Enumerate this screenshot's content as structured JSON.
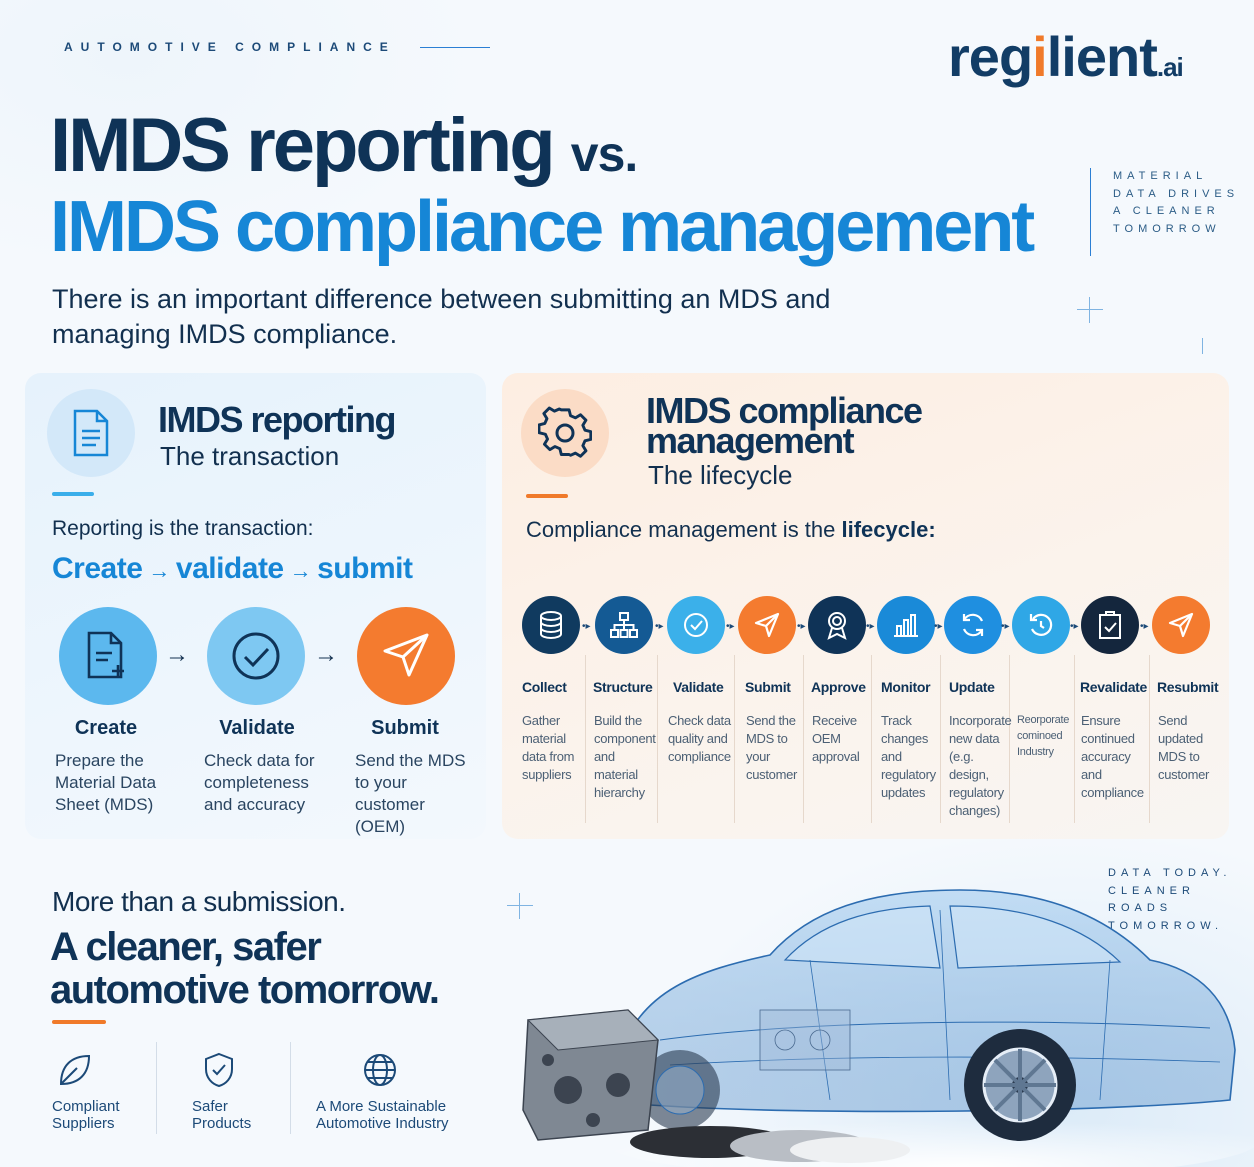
{
  "header": {
    "kicker": "AUTOMOTIVE COMPLIANCE",
    "logo_pre": "reg",
    "logo_i": "i",
    "logo_post": "lient",
    "logo_suffix": ".ai",
    "title_line1": "IMDS reporting",
    "title_vs": "vs.",
    "title_line2": "IMDS compliance management",
    "subtitle": "There is an important difference between submitting an MDS and managing IMDS compliance.",
    "side_tag": "MATERIAL DATA DRIVES A CLEANER TOMORROW"
  },
  "reporting": {
    "title": "IMDS reporting",
    "subtitle": "The transaction",
    "lead": "Reporting is the transaction:",
    "flow": [
      "Create",
      "validate",
      "submit"
    ],
    "arrow": "→",
    "steps": [
      {
        "label": "Create",
        "desc": "Prepare the Material Data Sheet (MDS)"
      },
      {
        "label": "Validate",
        "desc": "Check data for completeness and accuracy"
      },
      {
        "label": "Submit",
        "desc": "Send the MDS to your customer (OEM)"
      }
    ]
  },
  "compliance": {
    "title": "IMDS compliance management",
    "subtitle": "The lifecycle",
    "lead_pre": "Compliance management is the ",
    "lead_bold": "lifecycle:",
    "connector": "•▸",
    "steps": [
      {
        "label": "Collect",
        "desc": "Gather material data from suppliers",
        "icon": "database-icon",
        "color": "#103a5f"
      },
      {
        "label": "Structure",
        "desc": "Build the component and material hierarchy",
        "icon": "hierarchy-icon",
        "color": "#145a94"
      },
      {
        "label": "Validate",
        "desc": "Check data quality and compliance",
        "icon": "check-circle-icon",
        "color": "#3bb0ea"
      },
      {
        "label": "Submit",
        "desc": "Send the MDS to your customer",
        "icon": "send-icon",
        "color": "#f47b2f"
      },
      {
        "label": "Approve",
        "desc": "Receive OEM approval",
        "icon": "award-icon",
        "color": "#0f3357"
      },
      {
        "label": "Monitor",
        "desc": "Track changes and regulatory updates",
        "icon": "bar-chart-icon",
        "color": "#1a8ad8"
      },
      {
        "label": "Update",
        "desc": "Incorporate new data (e.g. design, regulatory changes)",
        "icon": "refresh-icon",
        "color": "#1f8fe0"
      },
      {
        "label": "",
        "desc": "Reorporate cominoed Industry",
        "icon": "undo-cycle-icon",
        "color": "#2fa7e6"
      },
      {
        "label": "Revalidate",
        "desc": "Ensure continued accuracy and compliance",
        "icon": "clipboard-check-icon",
        "color": "#14263d"
      },
      {
        "label": "Resubmit",
        "desc": "Send updated MDS to customer",
        "icon": "send-icon",
        "color": "#f47b2f"
      }
    ]
  },
  "bottom": {
    "lead": "More than a submission.",
    "headline": "A cleaner, safer automotive tomorrow.",
    "features": [
      {
        "label": "Compliant Suppliers",
        "icon": "leaf-icon"
      },
      {
        "label": "Safer Products",
        "icon": "shield-check-icon"
      },
      {
        "label": "A More Sustainable Automotive Industry",
        "icon": "globe-icon"
      }
    ],
    "tag": "DATA TODAY. CLEANER ROADS TOMORROW."
  },
  "colors": {
    "navy": "#0f3357",
    "blue": "#1686d6",
    "orange": "#f07a2a"
  }
}
